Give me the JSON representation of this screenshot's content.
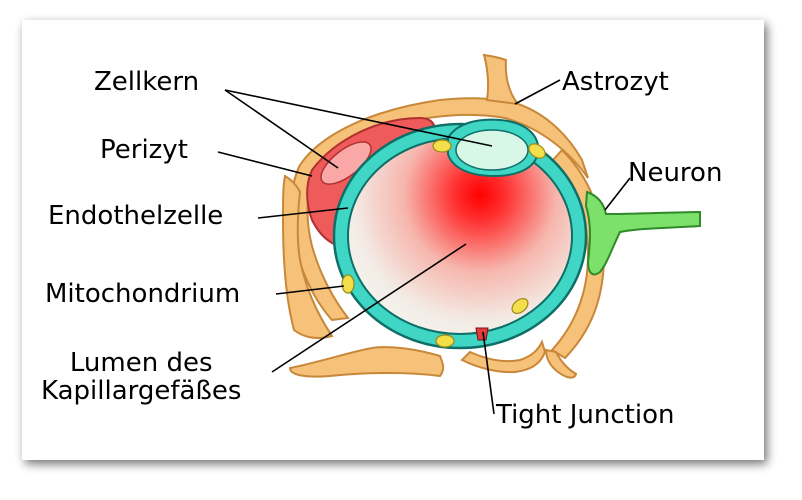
{
  "diagram": {
    "labels": {
      "zellkern": "Zellkern",
      "perizyt": "Perizyt",
      "endothelzelle": "Endothelzelle",
      "mitochondrium": "Mitochondrium",
      "lumen_line1": "Lumen des",
      "lumen_line2": "Kapillargefäßes",
      "astrozyt": "Astrozyt",
      "neuron": "Neuron",
      "tight_junction": "Tight Junction"
    },
    "colors": {
      "astrocyte": "#f6c179",
      "astrocyte_stroke": "#c8883a",
      "pericyte": "#ef5b5b",
      "endothelium": "#3fd6c6",
      "endothelium_stroke": "#0e6f66",
      "nucleus": "#d8f7e6",
      "mitochondrium": "#f2df4a",
      "neuron": "#7ce06a",
      "lumen_center": "#ff0000",
      "tight_junction": "#e23c3c"
    }
  }
}
